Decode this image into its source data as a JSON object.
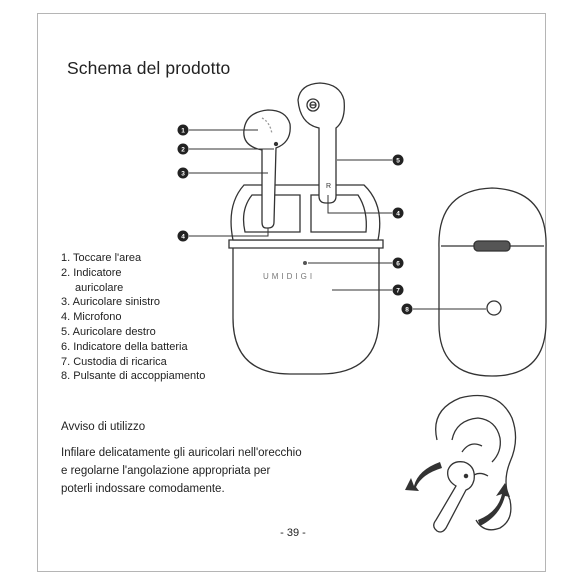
{
  "page": {
    "title": "Schema del prodotto",
    "page_number": "- 39 -"
  },
  "legend": {
    "items": [
      "1. Toccare l'area",
      "2. Indicatore",
      "auricolare",
      "3. Auricolare sinistro",
      "4. Microfono",
      "5. Auricolare destro",
      "6. Indicatore della batteria",
      "7. Custodia di ricarica",
      "8. Pulsante di accoppiamento"
    ]
  },
  "callouts": [
    "1",
    "2",
    "3",
    "4",
    "5",
    "4",
    "6",
    "7",
    "8"
  ],
  "illustration": {
    "brand": "UMIDIGI",
    "right_earbud_mark": "R"
  },
  "notice": {
    "heading": "Avviso di utilizzo",
    "lines": [
      "Infilare delicatamente gli auricolari nell'orecchio",
      "e regolarne l'angolazione appropriata per",
      "poterli indossare comodamente."
    ]
  }
}
